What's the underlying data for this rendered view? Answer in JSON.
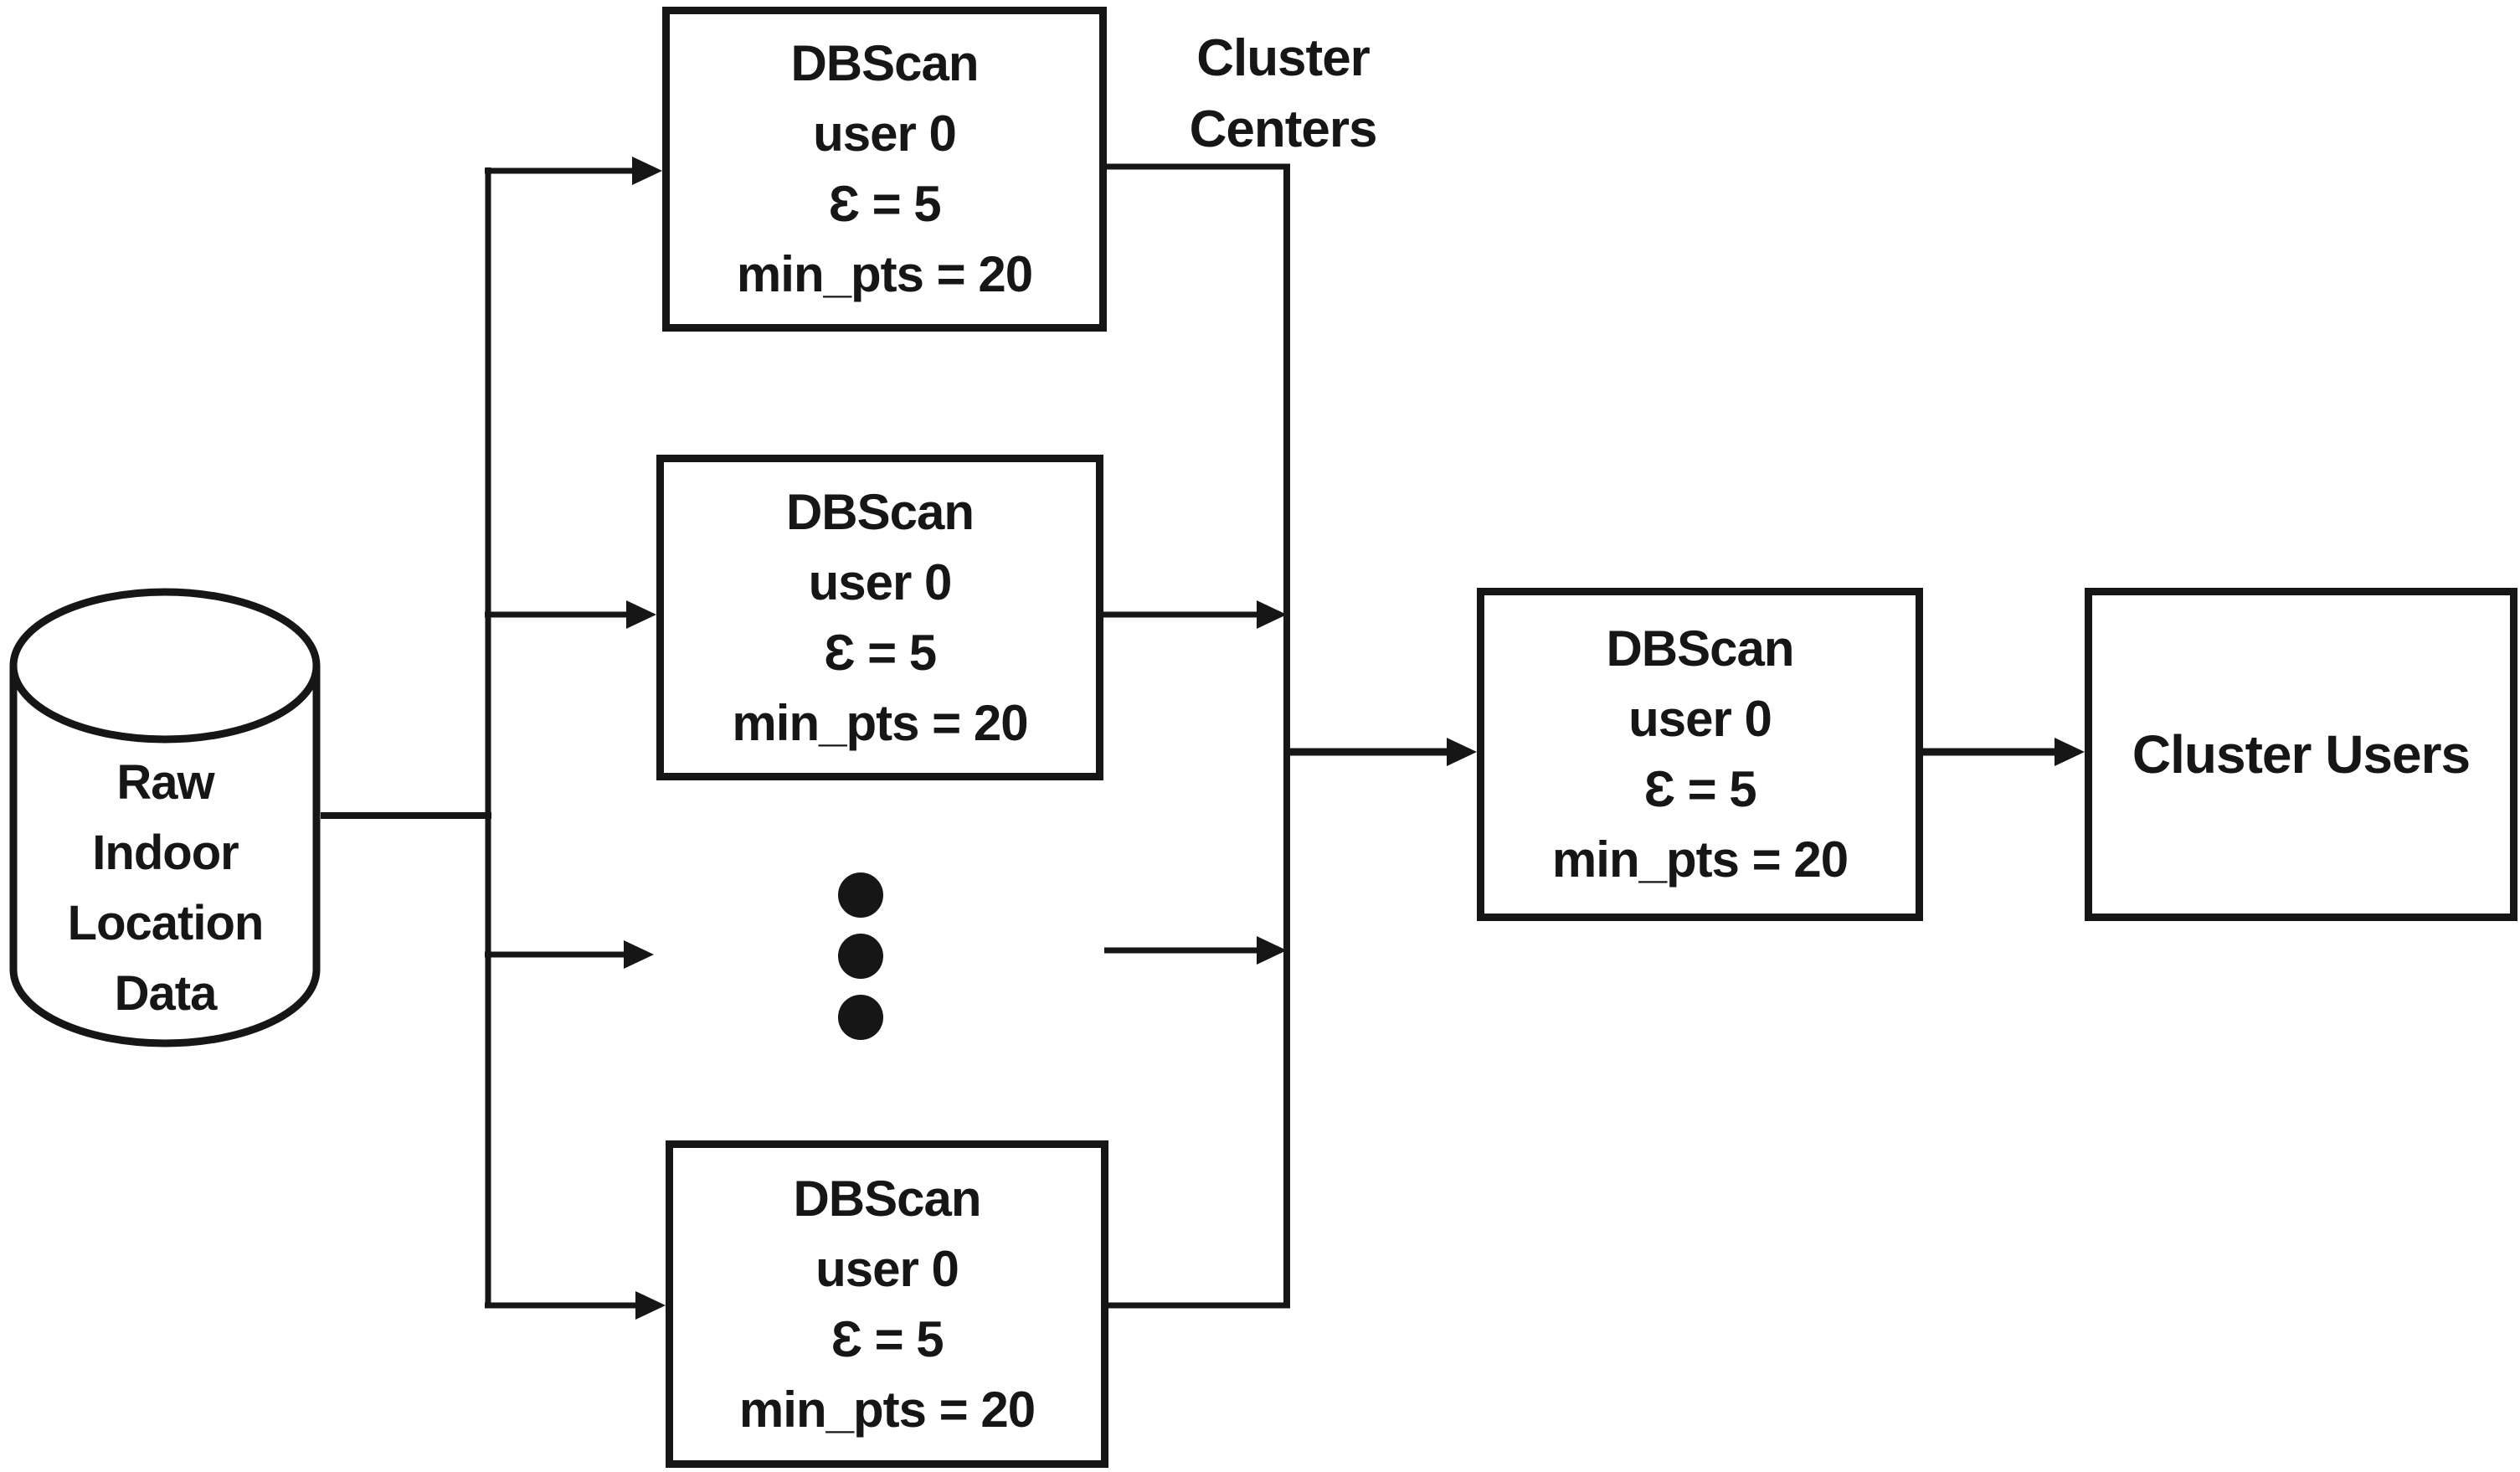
{
  "colors": {
    "ink": "#161616",
    "paper": "#ffffff"
  },
  "source": {
    "lines": [
      "Raw",
      "Indoor",
      "Location",
      "Data"
    ]
  },
  "workers": {
    "top": {
      "lines": [
        "DBScan",
        "user 0",
        "Ɛ = 5",
        "min_pts = 20"
      ]
    },
    "middle": {
      "lines": [
        "DBScan",
        "user 0",
        "Ɛ = 5",
        "min_pts = 20"
      ]
    },
    "bottom": {
      "lines": [
        "DBScan",
        "user 0",
        "Ɛ = 5",
        "min_pts = 20"
      ]
    }
  },
  "merge": {
    "lines": [
      "DBScan",
      "user 0",
      "Ɛ = 5",
      "min_pts = 20"
    ]
  },
  "output": {
    "label": "Cluster Users"
  },
  "annotations": {
    "cluster_centers": {
      "line1": "Cluster",
      "line2": "Centers"
    }
  }
}
